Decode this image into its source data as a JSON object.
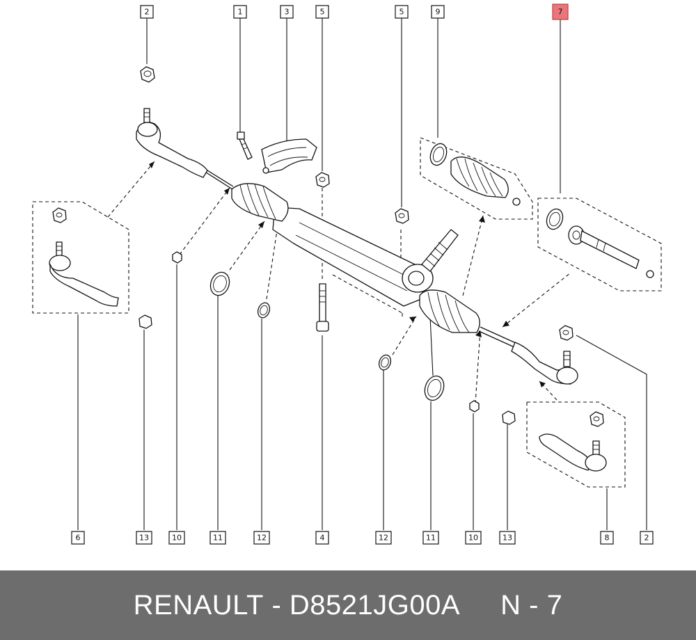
{
  "callouts": {
    "top": [
      {
        "id": "top-2",
        "label": "2"
      },
      {
        "id": "top-1",
        "label": "1"
      },
      {
        "id": "top-3",
        "label": "3"
      },
      {
        "id": "top-5a",
        "label": "5"
      },
      {
        "id": "top-5b",
        "label": "5"
      },
      {
        "id": "top-9",
        "label": "9"
      },
      {
        "id": "top-7",
        "label": "7",
        "highlighted": true
      }
    ],
    "bottom": [
      {
        "id": "bot-6",
        "label": "6"
      },
      {
        "id": "bot-13a",
        "label": "13"
      },
      {
        "id": "bot-10a",
        "label": "10"
      },
      {
        "id": "bot-11a",
        "label": "11"
      },
      {
        "id": "bot-12a",
        "label": "12"
      },
      {
        "id": "bot-4",
        "label": "4"
      },
      {
        "id": "bot-12b",
        "label": "12"
      },
      {
        "id": "bot-11b",
        "label": "11"
      },
      {
        "id": "bot-10b",
        "label": "10"
      },
      {
        "id": "bot-13b",
        "label": "13"
      },
      {
        "id": "bot-8",
        "label": "8"
      },
      {
        "id": "bot-2",
        "label": "2"
      }
    ]
  },
  "highlight_color": "#e8767a",
  "footer": {
    "brand": "RENAULT",
    "separator": " - ",
    "part_number": "D8521JG00A",
    "spacer": "     ",
    "reference": "N - 7"
  }
}
